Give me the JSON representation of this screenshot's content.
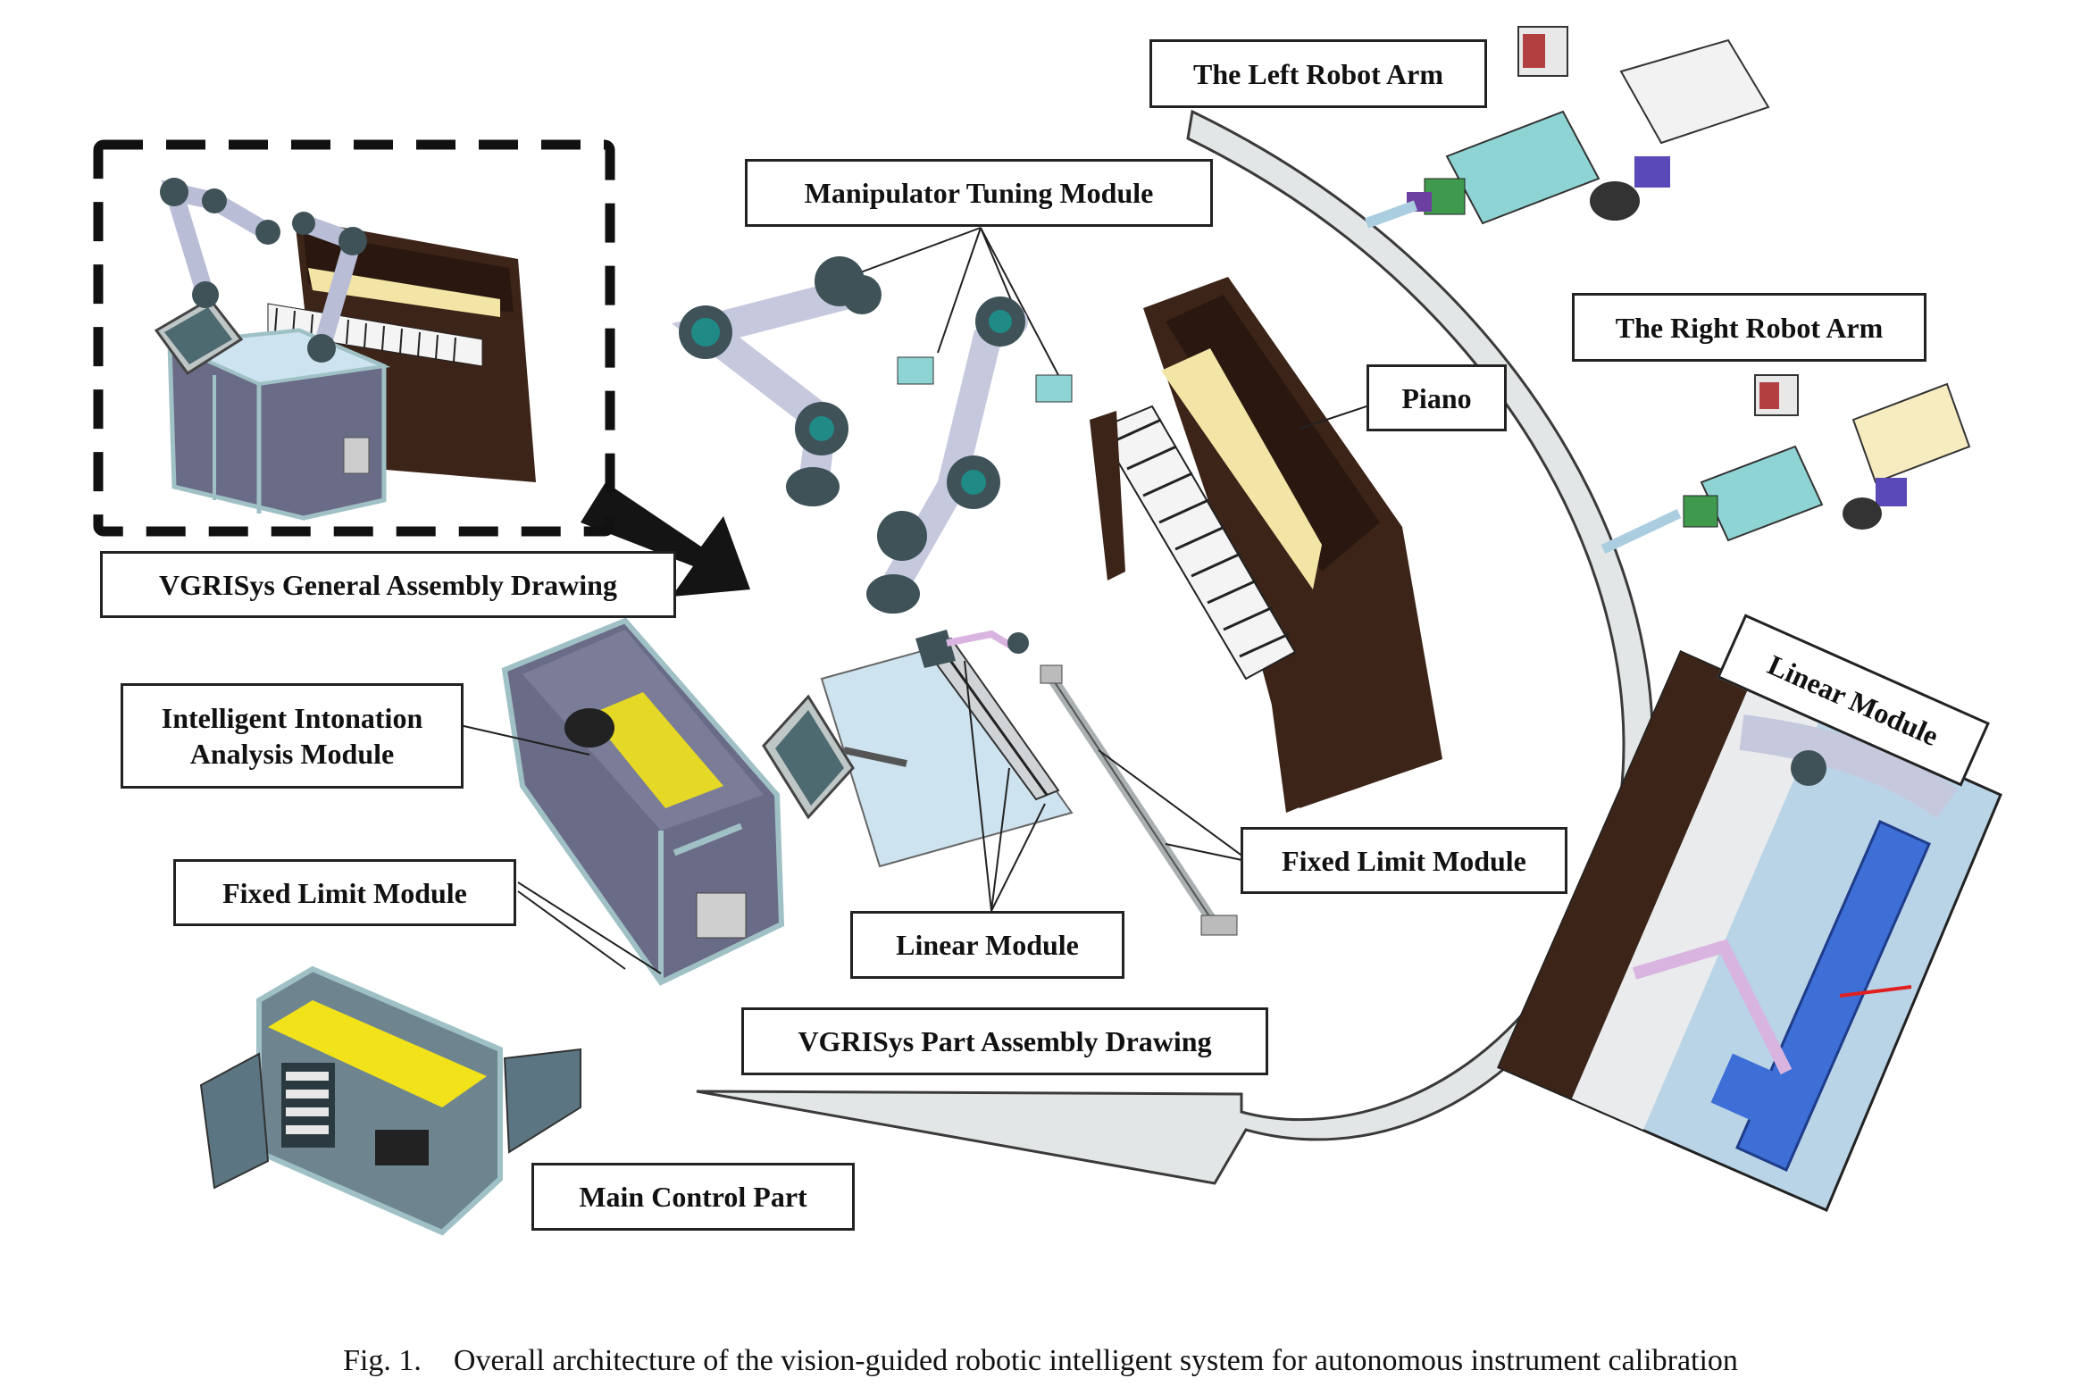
{
  "labels": {
    "left_arm": "The Left Robot Arm",
    "manipulator": "Manipulator Tuning Module",
    "right_arm": "The Right Robot Arm",
    "piano": "Piano",
    "general_assembly": "VGRISys General Assembly Drawing",
    "linear_rotated": "Linear Module",
    "intonation_line1": "Intelligent Intonation",
    "intonation_line2": "Analysis Module",
    "fixed_limit_left": "Fixed Limit Module",
    "fixed_limit_right": "Fixed Limit Module",
    "linear_center": "Linear Module",
    "part_assembly": "VGRISys Part Assembly Drawing",
    "main_control": "Main Control Part"
  },
  "caption": {
    "figure_number": "Fig. 1.",
    "text": "Overall architecture of the vision-guided robotic intelligent system for autonomous instrument calibration"
  },
  "colors": {
    "robot_arm": "#b9bdd6",
    "joint": "#3e5258",
    "joint_ring": "#1f8a86",
    "piano_wood": "#3c2418",
    "piano_panel": "#f3e5a6",
    "cabinet": "#6a6b86",
    "cabinet_frame": "#9fc1c6",
    "base_plate": "#cde3ef",
    "yellow_part": "#f2e21a",
    "teal_module": "#8fd4d4",
    "camera_purple": "#5a4ab8",
    "arrow_gray": "#d9dcdc",
    "linear_blue": "#3d6fd6",
    "slider_pink": "#d9b4e0"
  }
}
